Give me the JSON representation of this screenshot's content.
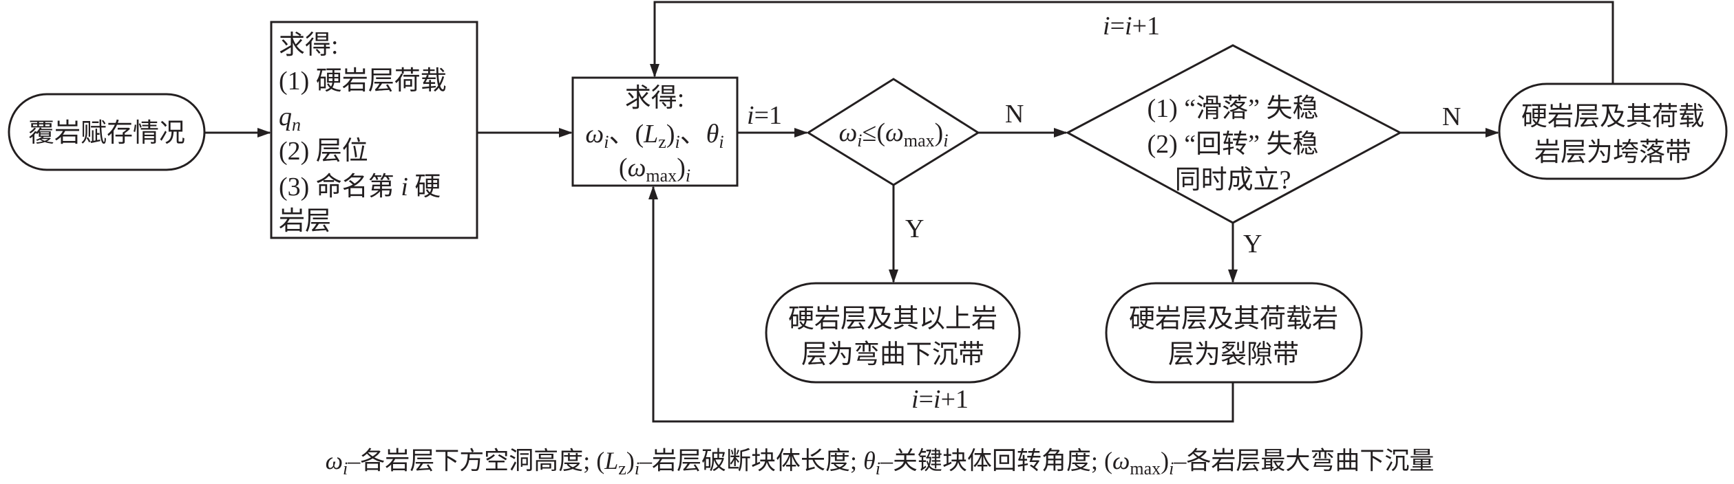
{
  "nodes": {
    "start": {
      "label": "覆岩赋存情况"
    },
    "compute1": {
      "title": "求得:",
      "item1": "(1) 硬岩层荷载",
      "item1_var": "q",
      "item1_sub": "n",
      "item2": "(2) 层位",
      "item3_a": "(3) 命名第 ",
      "item3_var": "i",
      "item3_b": " 硬",
      "item3_c": "岩层"
    },
    "compute2": {
      "title": "求得:",
      "omega": "ω",
      "i": "i",
      "sep": "、",
      "lparen": "(",
      "L": "L",
      "z": "z",
      "rparen": ")",
      "theta": "θ",
      "max": "max"
    },
    "decision1": {
      "omega": "ω",
      "i": "i",
      "leq": "≤(",
      "max": "max",
      "rparen": ")"
    },
    "decision2": {
      "line1": "(1) “滑落” 失稳",
      "line2": "(2) “回转” 失稳",
      "line3": "同时成立?"
    },
    "bending": {
      "line1": "硬岩层及其以上岩",
      "line2": "层为弯曲下沉带"
    },
    "fracture": {
      "line1": "硬岩层及其荷载岩",
      "line2": "层为裂隙带"
    },
    "caving": {
      "line1": "硬岩层及其荷载",
      "line2": "岩层为垮落带"
    }
  },
  "edge_labels": {
    "init": {
      "var": "i",
      "rest": "=1"
    },
    "no1": "N",
    "no2": "N",
    "yes1": "Y",
    "yes2": "Y",
    "loop_top": {
      "a": "i",
      "eq": "=",
      "b": "i",
      "rest": "+1"
    },
    "loop_bottom": {
      "a": "i",
      "eq": "=",
      "b": "i",
      "rest": "+1"
    }
  },
  "caption": {
    "omega": "ω",
    "i": "i",
    "t1": "–各岩层下方空洞高度; (",
    "L": "L",
    "z": "z",
    "t2": ")",
    "t3": "–岩层破断块体长度; ",
    "theta": "θ",
    "t4": "–关键块体回转角度; (",
    "omega2": "ω",
    "max": "max",
    "t5": ")",
    "t6": "–各岩层最大弯曲下沉量"
  }
}
